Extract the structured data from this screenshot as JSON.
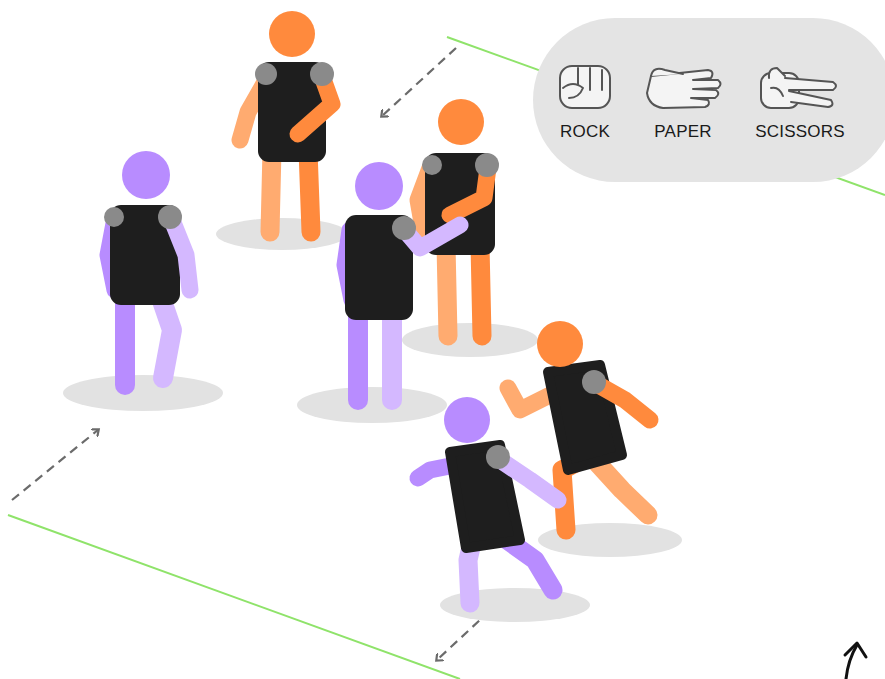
{
  "diagram": {
    "nodes": [
      {
        "text": [
          "ROCK",
          "PAPER",
          "SCISSORS"
        ]
      }
    ]
  }
}
